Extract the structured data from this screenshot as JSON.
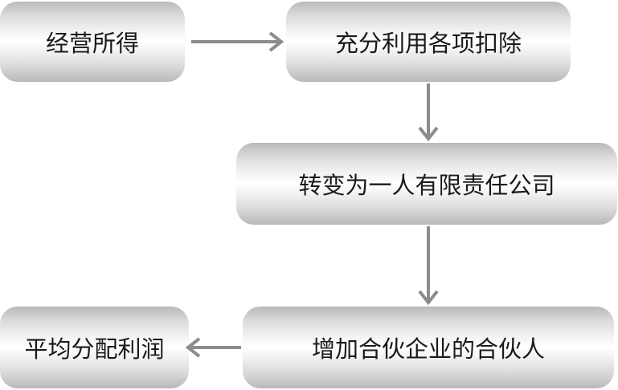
{
  "diagram": {
    "nodes": [
      {
        "id": "n1",
        "label": "经营所得"
      },
      {
        "id": "n2",
        "label": "充分利用各项扣除"
      },
      {
        "id": "n3",
        "label": "转变为一人有限责任公司"
      },
      {
        "id": "n4",
        "label": "平均分配利润"
      },
      {
        "id": "n5",
        "label": "增加合伙企业的合伙人"
      }
    ],
    "edges": [
      {
        "from": "n1",
        "to": "n2"
      },
      {
        "from": "n2",
        "to": "n3"
      },
      {
        "from": "n3",
        "to": "n5"
      },
      {
        "from": "n5",
        "to": "n4"
      }
    ],
    "colors": {
      "arrow": "#8c8c8c",
      "text": "#1a1a1a",
      "node_light": "#ffffff",
      "node_dark": "#b8b8b8"
    }
  }
}
